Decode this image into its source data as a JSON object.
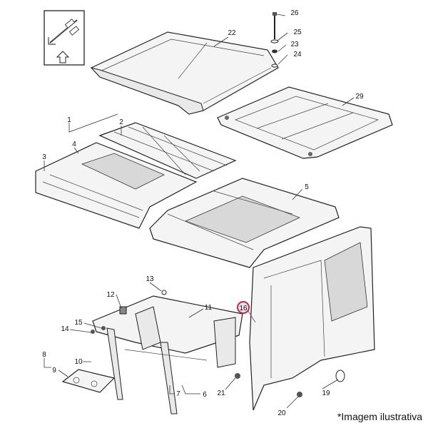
{
  "diagram": {
    "orientation_icon": "vehicle-front-arrow-icon",
    "caption": "*Imagem ilustrativa",
    "highlight_color": "#d9232e",
    "highlighted_part": "16",
    "callouts": {
      "p1": "1",
      "p2": "2",
      "p3": "3",
      "p4": "4",
      "p5": "5",
      "p6": "6",
      "p7": "7",
      "p8": "8",
      "p9": "9",
      "p10": "10",
      "p11": "11",
      "p12": "12",
      "p13": "13",
      "p14": "14",
      "p15": "15",
      "p16": "16",
      "p19": "19",
      "p20": "20",
      "p21": "21",
      "p22": "22",
      "p23": "23",
      "p24": "24",
      "p25": "25",
      "p26": "26",
      "p29": "29"
    }
  }
}
